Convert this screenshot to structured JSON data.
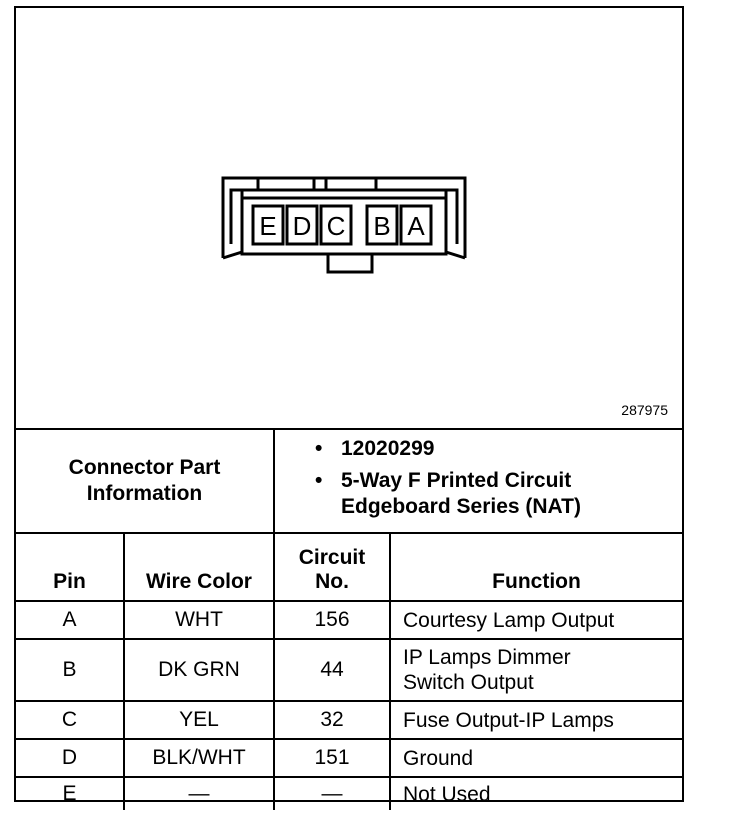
{
  "figure_number": "287975",
  "connector": {
    "cavity_letters": [
      "E",
      "D",
      "C",
      "B",
      "A"
    ]
  },
  "part_info": {
    "label_line1": "Connector Part",
    "label_line2": "Information",
    "part_number": "12020299",
    "description_line1": "5-Way F Printed Circuit",
    "description_line2": "Edgeboard Series (NAT)"
  },
  "table": {
    "headers": {
      "pin": "Pin",
      "wire_color": "Wire Color",
      "circuit_line1": "Circuit",
      "circuit_line2": "No.",
      "function": "Function"
    },
    "rows": [
      {
        "pin": "A",
        "wire_color": "WHT",
        "circuit": "156",
        "function_line1": "Courtesy Lamp Output",
        "function_line2": ""
      },
      {
        "pin": "B",
        "wire_color": "DK GRN",
        "circuit": "44",
        "function_line1": "IP Lamps Dimmer",
        "function_line2": "Switch Output"
      },
      {
        "pin": "C",
        "wire_color": "YEL",
        "circuit": "32",
        "function_line1": "Fuse Output-IP Lamps",
        "function_line2": ""
      },
      {
        "pin": "D",
        "wire_color": "BLK/WHT",
        "circuit": "151",
        "function_line1": "Ground",
        "function_line2": ""
      },
      {
        "pin": "E",
        "wire_color": "—",
        "circuit": "—",
        "function_line1": "Not Used",
        "function_line2": ""
      }
    ]
  }
}
